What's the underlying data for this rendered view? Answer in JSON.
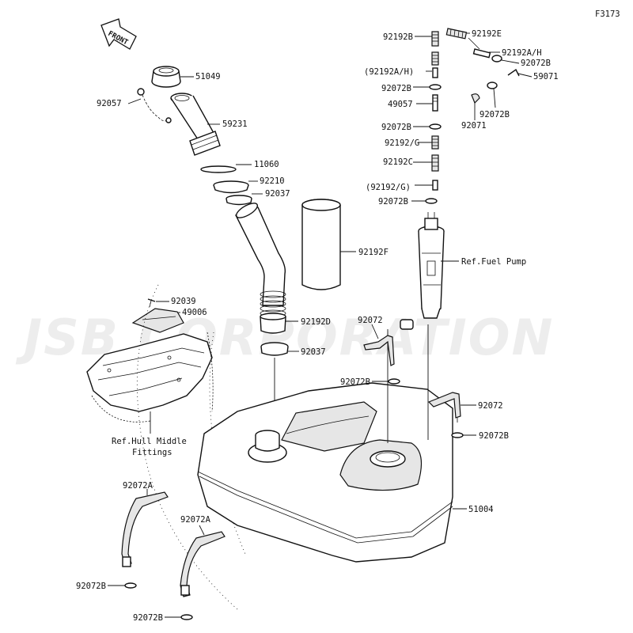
{
  "figure_code": "F3173",
  "front_arrow_label": "FRONT",
  "watermark": "JSB CORPORATION",
  "parts": {
    "cap": "51049",
    "tether": "92057",
    "filler_neck": "59231",
    "oring": "11060",
    "ring": "92210",
    "clamp_top": "92037",
    "hose_sleeve": "92192F",
    "lower_hose": "92192D",
    "clamp_bottom": "92037",
    "clip": "92039",
    "bracket": "49006",
    "ref_hull": "Ref.Hull Middle",
    "ref_hull_2": "Fittings",
    "ref_pump": "Ref.Fuel Pump",
    "tank": "51004",
    "vent_92192B": "92192B",
    "vent_92192E": "92192E",
    "vent_92192AH_1": "(92192A/H)",
    "vent_92192AH_2": "92192A/H",
    "vent_92072B_1": "92072B",
    "vent_59071": "59071",
    "vent_92072B_2": "92072B",
    "vent_49057": "49057",
    "vent_92072B_3": "92072B",
    "vent_92071": "92071",
    "vent_92072B_4": "92072B",
    "vent_92192G_1": "92192/G",
    "vent_92192C": "92192C",
    "vent_92192G_2": "(92192/G)",
    "vent_92072B_5": "92072B",
    "band_92072_1": "92072",
    "band_92072B_1": "92072B",
    "band_92072_2": "92072",
    "band_92072B_2": "92072B",
    "strap_92072A_1": "92072A",
    "strap_92072A_2": "92072A",
    "strap_92072B_1": "92072B",
    "strap_92072B_2": "92072B"
  }
}
